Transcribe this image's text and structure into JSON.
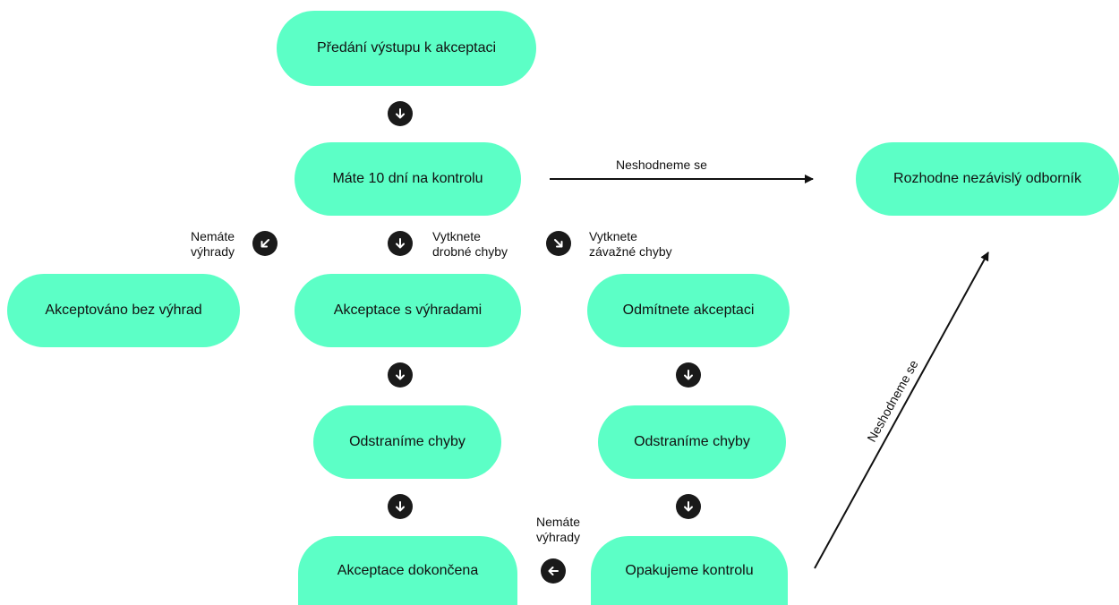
{
  "nodes": {
    "handover": "Předání výstupu k akceptaci",
    "ten_days": "Máte 10 dní na kontrolu",
    "expert": "Rozhodne nezávislý odborník",
    "accepted_clean": "Akceptováno bez výhrad",
    "accepted_reservations": "Akceptace s výhradami",
    "rejected": "Odmítnete akceptaci",
    "fix_left": "Odstraníme chyby",
    "fix_right": "Odstraníme chyby",
    "done": "Akceptace dokončena",
    "recheck": "Opakujeme kontrolu"
  },
  "labels": {
    "disagree_top": "Neshodneme se",
    "disagree_diag": "Neshodneme se",
    "no_reservations_1": {
      "line1": "Nemáte",
      "line2": "výhrady"
    },
    "minor_defects": {
      "line1": "Vytknete",
      "line2": "drobné chyby"
    },
    "major_defects": {
      "line1": "Vytknete",
      "line2": "závažné chyby"
    },
    "no_reservations_2": {
      "line1": "Nemáte",
      "line2": "výhrady"
    }
  },
  "colors": {
    "node_fill": "#5cffc6",
    "badge_fill": "#1a1a1a",
    "line": "#111111"
  }
}
